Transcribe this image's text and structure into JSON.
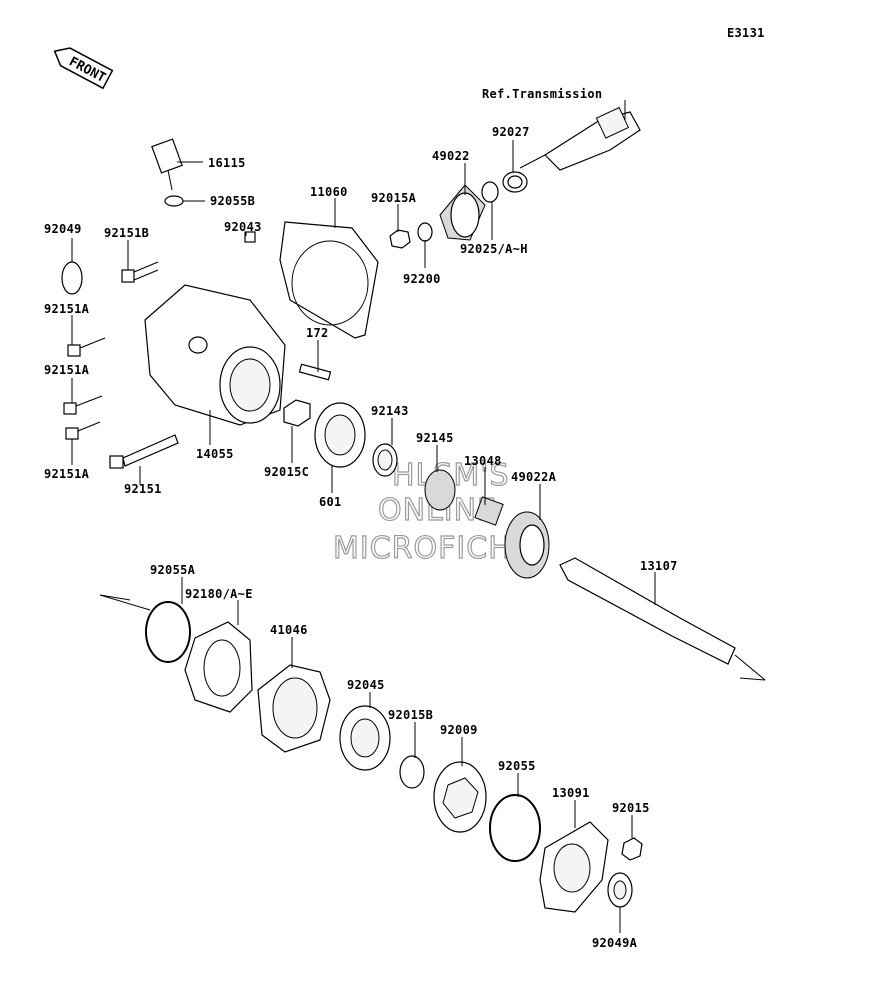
{
  "diagram_code": "E3131",
  "front_label": "FRONT",
  "ref_label": "Ref.Transmission",
  "watermark": [
    "HLSM'S",
    "ONLINE",
    "MICROFICHE"
  ],
  "parts": {
    "p16115": "16115",
    "p92055B": "92055B",
    "p11060": "11060",
    "p92049": "92049",
    "p92151B": "92151B",
    "p92043": "92043",
    "p92151A_1": "92151A",
    "p92151A_2": "92151A",
    "p92151A_3": "92151A",
    "p92151": "92151",
    "p14055": "14055",
    "p172": "172",
    "p92015A": "92015A",
    "p92200": "92200",
    "p49022": "49022",
    "p92027": "92027",
    "p92025": "92025/A~H",
    "p92015C": "92015C",
    "p601": "601",
    "p92143": "92143",
    "p92145": "92145",
    "p13048": "13048",
    "p49022A": "49022A",
    "p13107": "13107",
    "p92055A": "92055A",
    "p92180": "92180/A~E",
    "p41046": "41046",
    "p92045": "92045",
    "p92015B": "92015B",
    "p92009": "92009",
    "p92055": "92055",
    "p13091": "13091",
    "p92015": "92015",
    "p92049A": "92049A"
  }
}
